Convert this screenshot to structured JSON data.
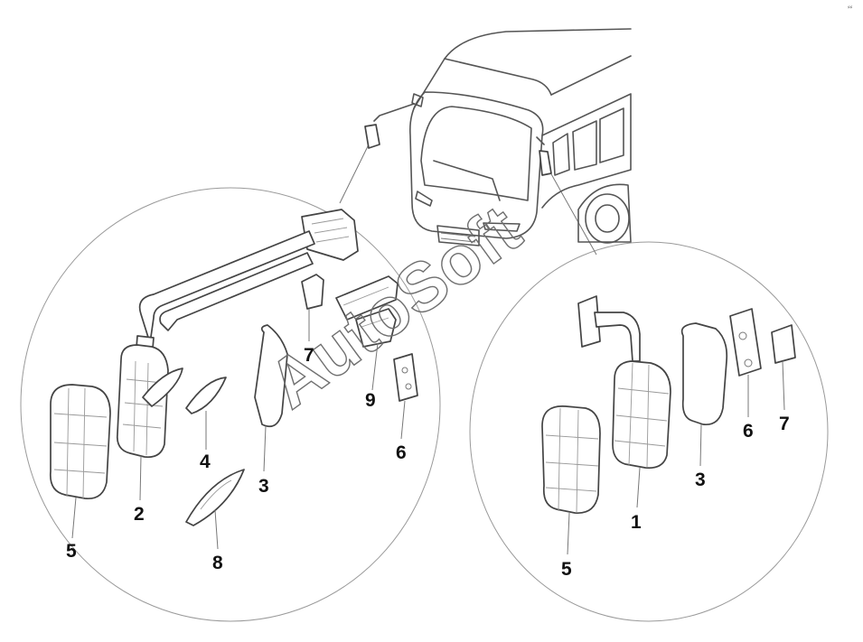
{
  "figure": {
    "corner_mark": "⸗⸗",
    "watermark_text": "AutoSoft",
    "left_group": {
      "callouts": [
        "7",
        "9",
        "4",
        "3",
        "6",
        "2",
        "5",
        "8"
      ]
    },
    "right_group": {
      "callouts": [
        "3",
        "6",
        "7",
        "1",
        "5"
      ]
    }
  }
}
